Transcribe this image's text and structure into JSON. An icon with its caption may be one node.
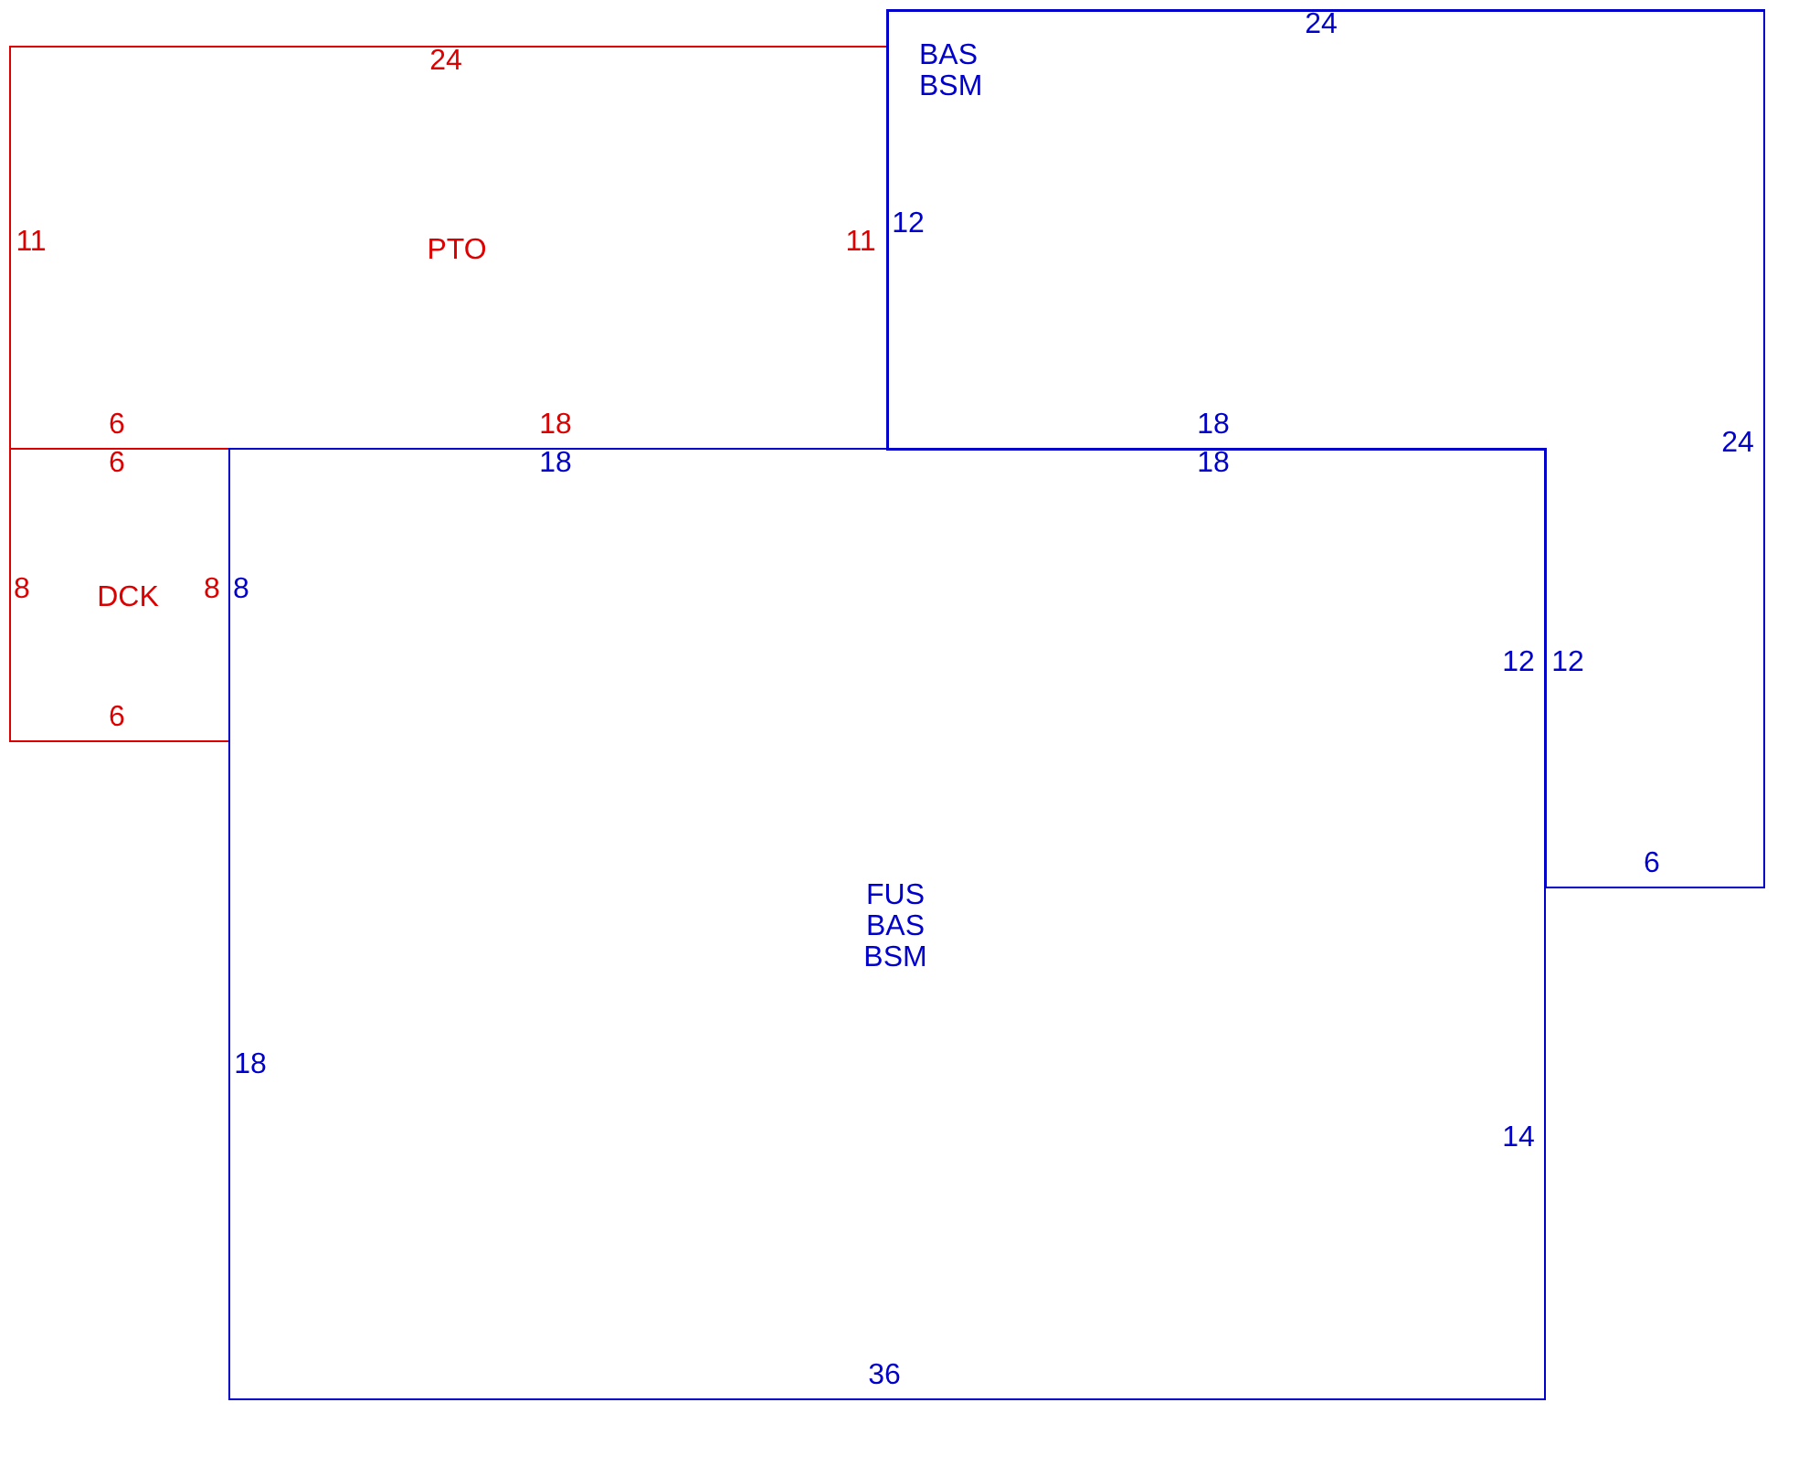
{
  "diagram": {
    "nodes": [
      {
        "text": [
          "PTO"
        ]
      },
      {
        "text": [
          "BAS",
          "BSM"
        ]
      },
      {
        "text": [
          "DCK"
        ]
      },
      {
        "text": [
          "FUS",
          "BAS",
          "BSM"
        ]
      }
    ],
    "labels": [
      "24",
      "24",
      "11",
      "11",
      "12",
      "6",
      "18",
      "18",
      "24",
      "6",
      "18",
      "18",
      "8",
      "8",
      "8",
      "12",
      "12",
      "6",
      "6",
      "18",
      "14",
      "36"
    ]
  }
}
